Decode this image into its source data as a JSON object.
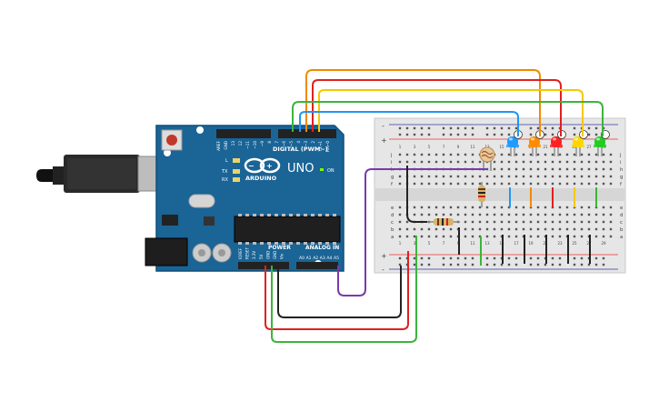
{
  "board": {
    "model": "UNO",
    "brand": "ARDUINO",
    "header_digital": "DIGITAL (PWM~)",
    "header_power": "POWER",
    "header_analog": "ANALOG IN",
    "label_L": "L",
    "label_TX": "TX",
    "label_RX": "RX",
    "label_ON": "ON",
    "top_pins": [
      "AREF",
      "GND",
      "13",
      "12",
      "~11",
      "~10",
      "~9",
      "8",
      "7",
      "~6",
      "~5",
      "4",
      "~3",
      "2",
      "TX→1",
      "RX←0"
    ],
    "power_pins": [
      "IOREF",
      "RESET",
      "3.3V",
      "5V",
      "GND",
      "GND",
      "Vin"
    ],
    "analog_pins": [
      "A0",
      "A1",
      "A2",
      "A3",
      "A4",
      "A5"
    ]
  },
  "breadboard": {
    "row_letters_top": [
      "j",
      "i",
      "h",
      "g",
      "f"
    ],
    "row_letters_bottom": [
      "e",
      "d",
      "c",
      "b",
      "a"
    ],
    "column_numbers": [
      "1",
      "3",
      "5",
      "7",
      "9",
      "11",
      "13",
      "15",
      "17",
      "19",
      "21",
      "23",
      "25",
      "27",
      "29"
    ],
    "rail_plus": "+",
    "rail_minus": "-"
  },
  "leds": [
    {
      "color": "#1e9bff"
    },
    {
      "color": "#ff8c00"
    },
    {
      "color": "#ff2020"
    },
    {
      "color": "#ffd600"
    },
    {
      "color": "#22cc22"
    }
  ],
  "wire_colors": {
    "blue": "#2196f3",
    "orange": "#f08a00",
    "red": "#e02020",
    "yellow": "#f5c800",
    "green": "#3cb43c",
    "purple": "#7a3aa8",
    "black": "#222222"
  }
}
